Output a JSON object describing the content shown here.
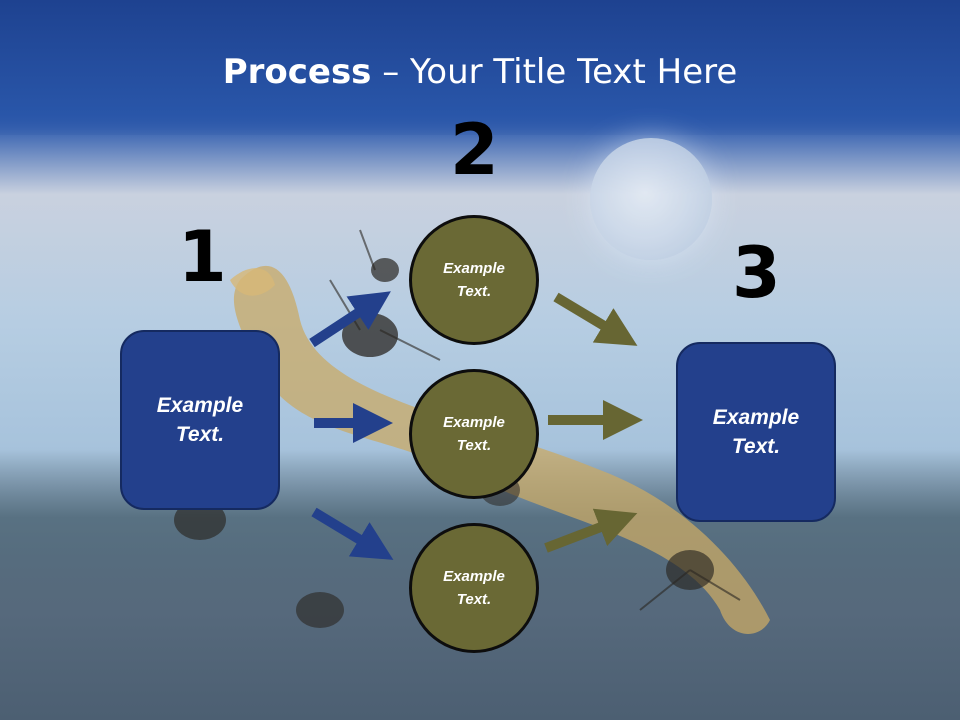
{
  "title": {
    "bold": "Process",
    "rest": " – Your Title Text Here"
  },
  "steps": {
    "one": "1",
    "two": "2",
    "three": "3"
  },
  "left_box": {
    "line1": "Example",
    "line2": "Text."
  },
  "right_box": {
    "line1": "Example",
    "line2": "Text."
  },
  "circles": [
    {
      "line1": "Example",
      "line2": "Text."
    },
    {
      "line1": "Example",
      "line2": "Text."
    },
    {
      "line1": "Example",
      "line2": "Text."
    }
  ],
  "colors": {
    "box_fill": "#23408c",
    "circle_fill": "#6a6935",
    "blue_arrow": "#23408c",
    "olive_arrow": "#676633"
  }
}
